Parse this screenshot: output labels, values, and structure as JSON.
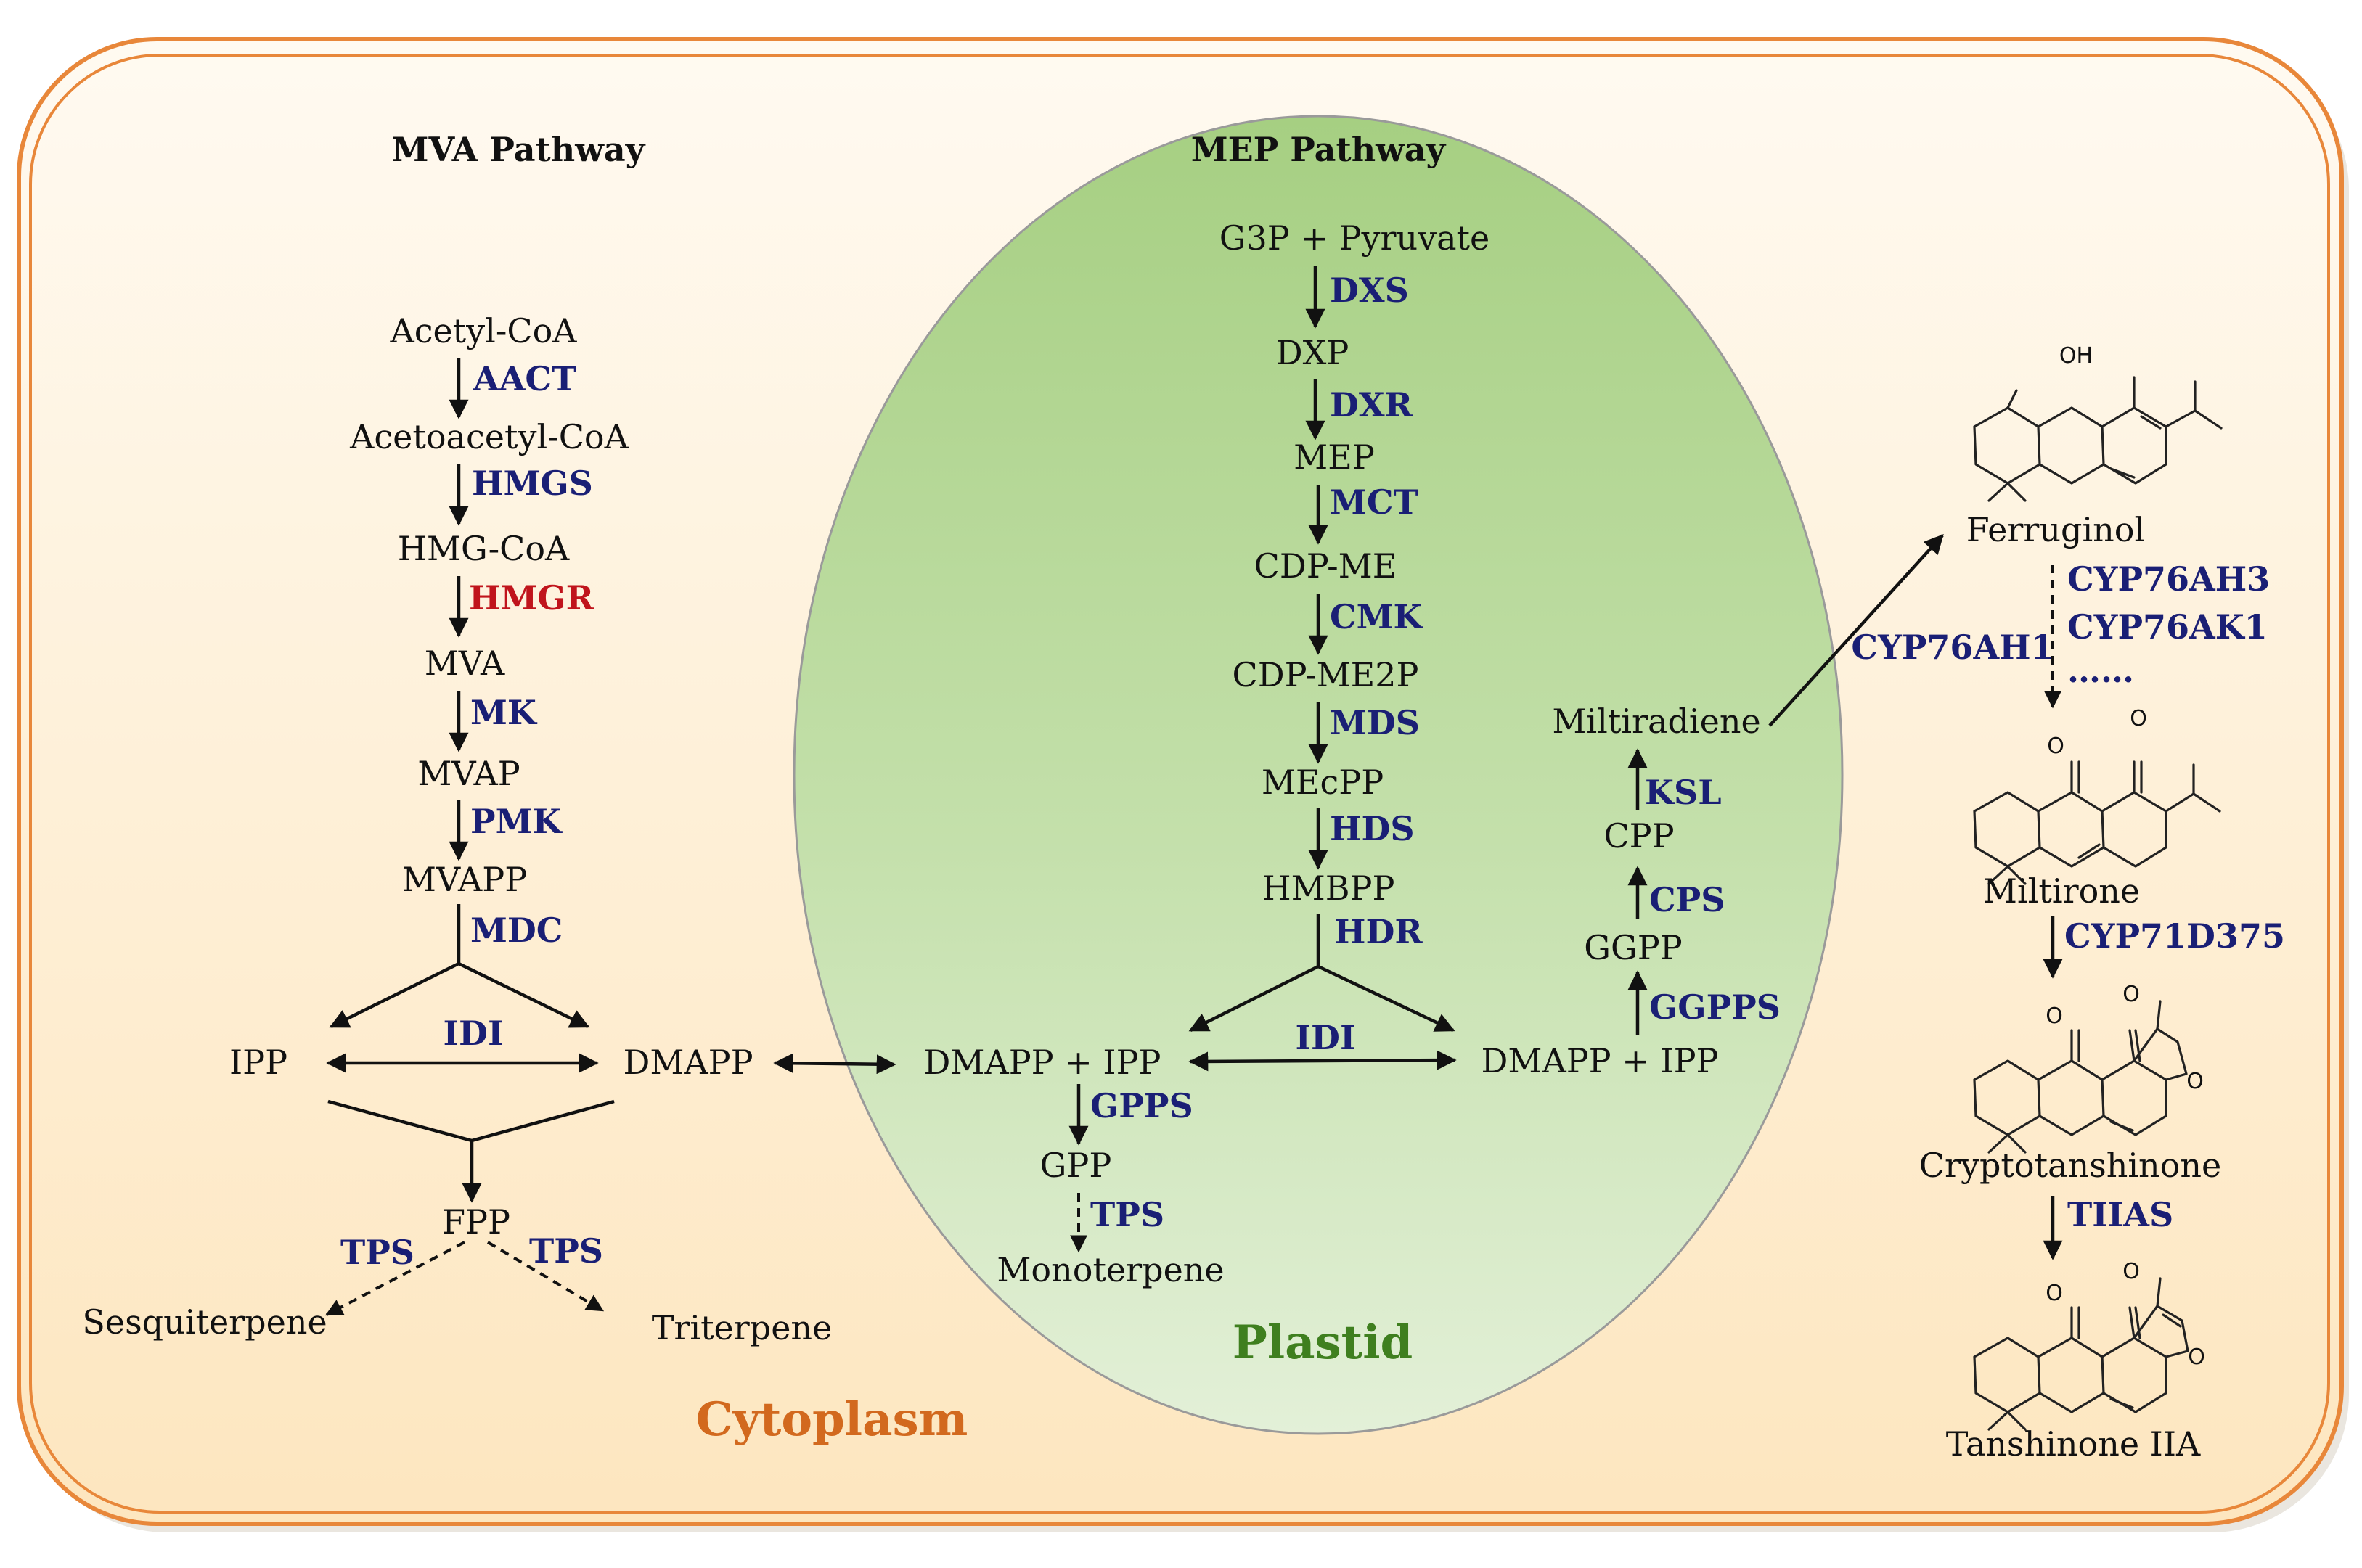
{
  "headers": {
    "mva": "MVA Pathway",
    "mep": "MEP  Pathway"
  },
  "regions": {
    "cytoplasm": "Cytoplasm",
    "plastid": "Plastid"
  },
  "mva": {
    "acetyl_coa": "Acetyl-CoA",
    "aact": "AACT",
    "acetoacetyl_coa": "Acetoacetyl-CoA",
    "hmgs": "HMGS",
    "hmg_coa": "HMG-CoA",
    "hmgr": "HMGR",
    "mva": "MVA",
    "mk": "MK",
    "mvap": "MVAP",
    "pmk": "PMK",
    "mvapp": "MVAPP",
    "mdc": "MDC",
    "ipp": "IPP",
    "idi": "IDI",
    "dmapp": "DMAPP",
    "fpp": "FPP",
    "tps_left": "TPS",
    "tps_right": "TPS",
    "sesquiterpene": "Sesquiterpene",
    "triterpene": "Triterpene"
  },
  "mep": {
    "g3p_pyruvate": "G3P + Pyruvate",
    "dxs": "DXS",
    "dxp": "DXP",
    "dxr": "DXR",
    "mep": "MEP",
    "mct": "MCT",
    "cdp_me": "CDP-ME",
    "cmk": "CMK",
    "cdp_me2p": "CDP-ME2P",
    "mds": "MDS",
    "mecpp": "MEcPP",
    "hds": "HDS",
    "hmbpp": "HMBPP",
    "hdr": "HDR",
    "dmapp_ipp_left": "DMAPP + IPP",
    "idi": "IDI",
    "dmapp_ipp_right": "DMAPP + IPP",
    "gpps": "GPPS",
    "gpp": "GPP",
    "tps": "TPS",
    "monoterpene": "Monoterpene",
    "ggpps": "GGPPS",
    "ggpp": "GGPP",
    "cps": "CPS",
    "cpp": "CPP",
    "ksl": "KSL",
    "miltiradiene": "Miltiradiene"
  },
  "tanshinone": {
    "cyp76ah1": "CYP76AH1",
    "ferruginol": "Ferruginol",
    "oh": "OH",
    "cyp76ah3": "CYP76AH3",
    "cyp76ak1": "CYP76AK1",
    "dots": "……",
    "miltirone": "Miltirone",
    "cyp71d375": "CYP71D375",
    "cryptotanshinone": "Cryptotanshinone",
    "tiias": "TIIAS",
    "tanshinone_iia": "Tanshinone IIA",
    "o": "O"
  },
  "colors": {
    "enzyme": "#1a1f75",
    "rate_limiting_enzyme": "#c0141c",
    "cytoplasm_label": "#d2691e",
    "plastid_label": "#3f7f1f",
    "border": "#e8873a"
  }
}
